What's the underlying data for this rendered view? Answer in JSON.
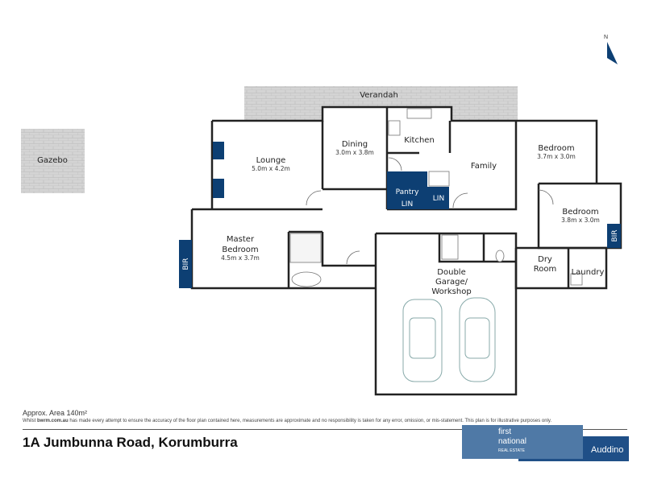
{
  "plan": {
    "rooms": [
      {
        "name": "Gazebo"
      },
      {
        "name": "Verandah"
      },
      {
        "name": "Lounge",
        "dims": "5.0m x 4.2m"
      },
      {
        "name": "Dining",
        "dims": "3.0m x 3.8m"
      },
      {
        "name": "Kitchen"
      },
      {
        "name": "Family"
      },
      {
        "name": "Bedroom",
        "dims": "3.7m x 3.0m"
      },
      {
        "name": "Bedroom",
        "dims": "3.8m x 3.0m"
      },
      {
        "name": "Master Bedroom",
        "dims": "4.5m x 3.7m"
      },
      {
        "name": "Double Garage/ Workshop"
      },
      {
        "name": "Dry Room"
      },
      {
        "name": "Laundry"
      }
    ],
    "storage": {
      "pantry": "Pantry",
      "lin1": "LIN",
      "lin2": "LIN",
      "bir1": "BIR",
      "bir2": "BIR"
    },
    "north": "N",
    "colors": {
      "wall": "#222222",
      "storage": "#0d3f73",
      "paving": "#d4d4d4"
    }
  },
  "footer": {
    "area": "Approx. Area 140m²",
    "disclaimer_prefix": "Whilst ",
    "disclaimer_brand": "bwrm.com.au",
    "disclaimer_rest": " has made every attempt to ensure the accuracy of the floor plan contained here, measurements are approximate and no responsibility is taken for any error, omission, or mis-statement. This plan is for illustrative purposes only.",
    "address": "1A Jumbunna Road, Korumburra"
  },
  "logo": {
    "line1": "first",
    "line2": "national",
    "line3": "REAL ESTATE",
    "agency": "Auddino"
  }
}
